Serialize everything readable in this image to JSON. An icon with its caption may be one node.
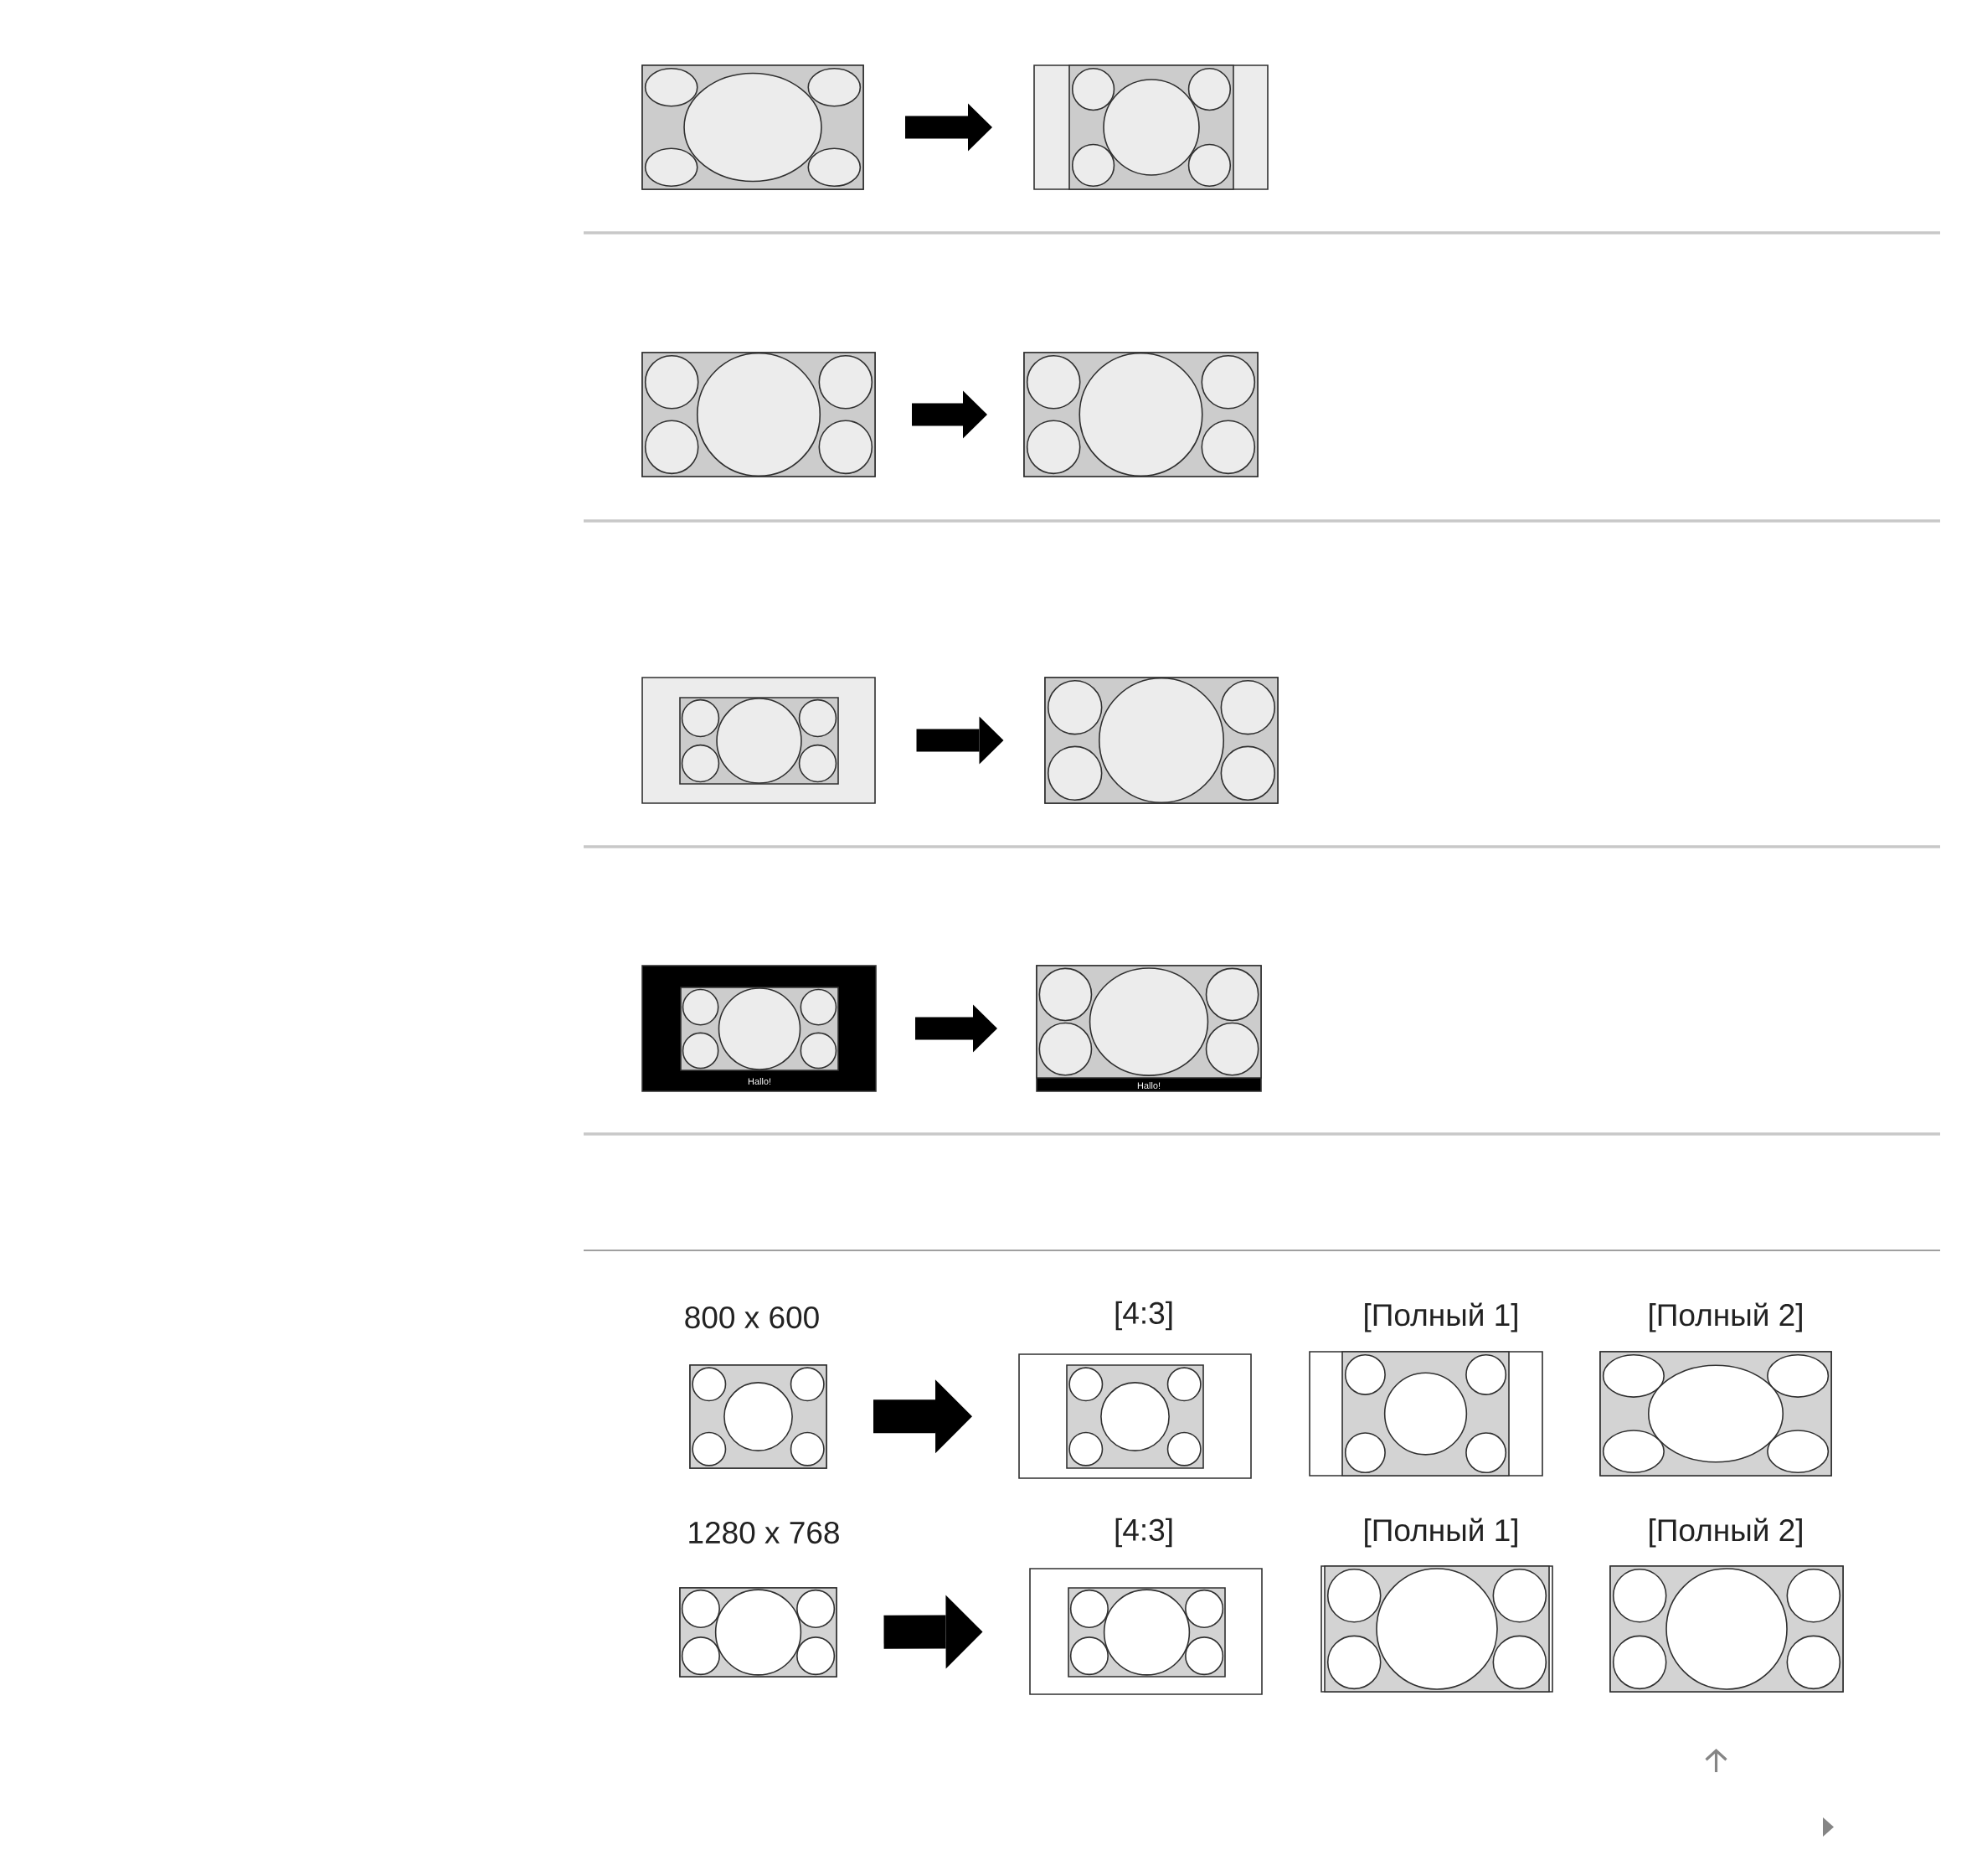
{
  "diagram": {
    "nodes": [
      {
        "text": [],
        "shape": "picture"
      },
      {
        "text": [],
        "shape": "picture"
      },
      {
        "text": [],
        "shape": "picture"
      },
      {
        "text": [],
        "shape": "picture"
      },
      {
        "text": [],
        "shape": "picture"
      },
      {
        "text": [],
        "shape": "picture"
      },
      {
        "text": [
          "Hallo!"
        ]
      },
      {
        "text": [
          "Hallo!"
        ]
      },
      {
        "text": [
          "800 x 600"
        ]
      },
      {
        "text": [
          "[4:3]"
        ]
      },
      {
        "text": [
          "[Полный 1]"
        ]
      },
      {
        "text": [
          "[Полный 2]"
        ]
      },
      {
        "text": [
          "1280 x 768"
        ]
      },
      {
        "text": [
          "[4:3]"
        ]
      },
      {
        "text": [
          "[Полный 1]"
        ]
      },
      {
        "text": [
          "[Полный 2]"
        ]
      }
    ],
    "edges": [
      {
        "from": 0,
        "to": 1,
        "arrow": "to"
      },
      {
        "from": 2,
        "to": 3,
        "arrow": "to"
      },
      {
        "from": 4,
        "to": 5,
        "arrow": "to"
      },
      {
        "from": 6,
        "to": 7,
        "arrow": "to"
      },
      {
        "from": 8,
        "to": 9,
        "arrow": "to"
      },
      {
        "from": 12,
        "to": 13,
        "arrow": "to"
      }
    ]
  }
}
